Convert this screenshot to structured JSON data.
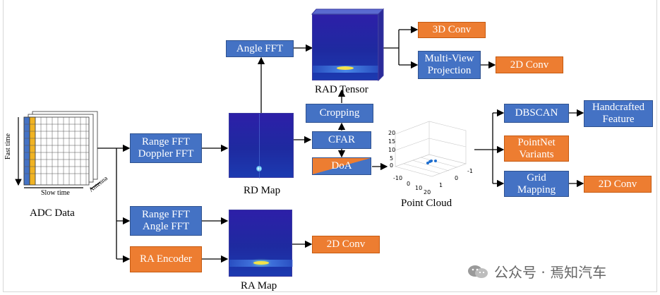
{
  "nodes": {
    "adc_data": "ADC Data",
    "fast_time": "Fast time",
    "slow_time": "Slow time",
    "antenna": "Antenna",
    "range_doppler_fft": [
      "Range FFT",
      "Doppler FFT"
    ],
    "range_angle_fft": [
      "Range FFT",
      "Angle FFT"
    ],
    "ra_encoder": "RA Encoder",
    "rd_map": "RD Map",
    "ra_map": "RA Map",
    "angle_fft": "Angle FFT",
    "rad_tensor": "RAD Tensor",
    "conv3d": "3D Conv",
    "multi_view": [
      "Multi-View",
      "Projection"
    ],
    "conv2d_top": "2D Conv",
    "cropping": "Cropping",
    "cfar": "CFAR",
    "doa": "DoA",
    "point_cloud": "Point Cloud",
    "dbscan": "DBSCAN",
    "handcrafted": [
      "Handcrafted",
      "Feature"
    ],
    "pointnet": [
      "PointNet",
      "Variants"
    ],
    "grid_mapping": [
      "Grid",
      "Mapping"
    ],
    "conv2d_grid": "2D Conv",
    "conv2d_ra": "2D Conv"
  },
  "pointcloud_axes": {
    "z_ticks": [
      "20",
      "15",
      "10",
      "5",
      "0"
    ],
    "x_ticks": [
      "-10",
      "0",
      "10",
      "20"
    ],
    "y_ticks": [
      "1",
      "0",
      "-1"
    ]
  },
  "watermark": "公众号 · 焉知汽车",
  "colors": {
    "blue": "#4472c4",
    "orange": "#ed7d31",
    "map": "#2d1fa8"
  }
}
